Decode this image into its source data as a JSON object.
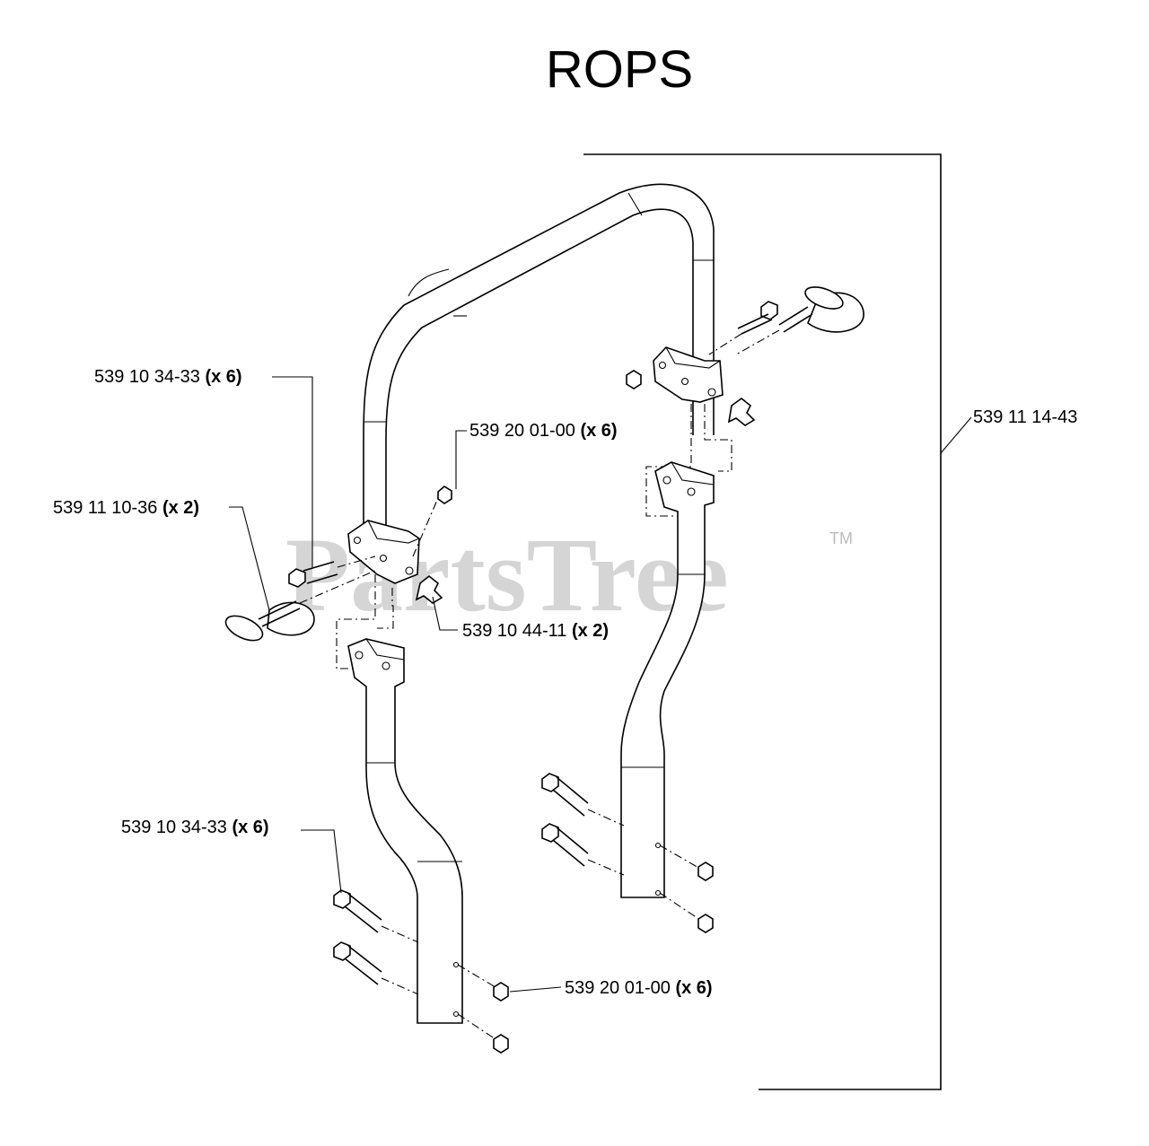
{
  "title": "ROPS",
  "watermark": {
    "text": "PartsTree",
    "trademark": "TM"
  },
  "callouts": [
    {
      "id": "upper-left-bolts",
      "part": "539 10 34-33",
      "qty": "(x 6)"
    },
    {
      "id": "upper-nuts",
      "part": "539 20 01-00",
      "qty": "(x 6)"
    },
    {
      "id": "hitch-pins",
      "part": "539 11 10-36",
      "qty": "(x 2)"
    },
    {
      "id": "knobs",
      "part": "539 10 44-11",
      "qty": "(x 2)"
    },
    {
      "id": "lower-left-bolts",
      "part": "539 10 34-33",
      "qty": "(x 6)"
    },
    {
      "id": "lower-nuts",
      "part": "539 20 01-00",
      "qty": "(x 6)"
    },
    {
      "id": "rops-assembly",
      "part": "539 11 14-43",
      "qty": ""
    }
  ]
}
